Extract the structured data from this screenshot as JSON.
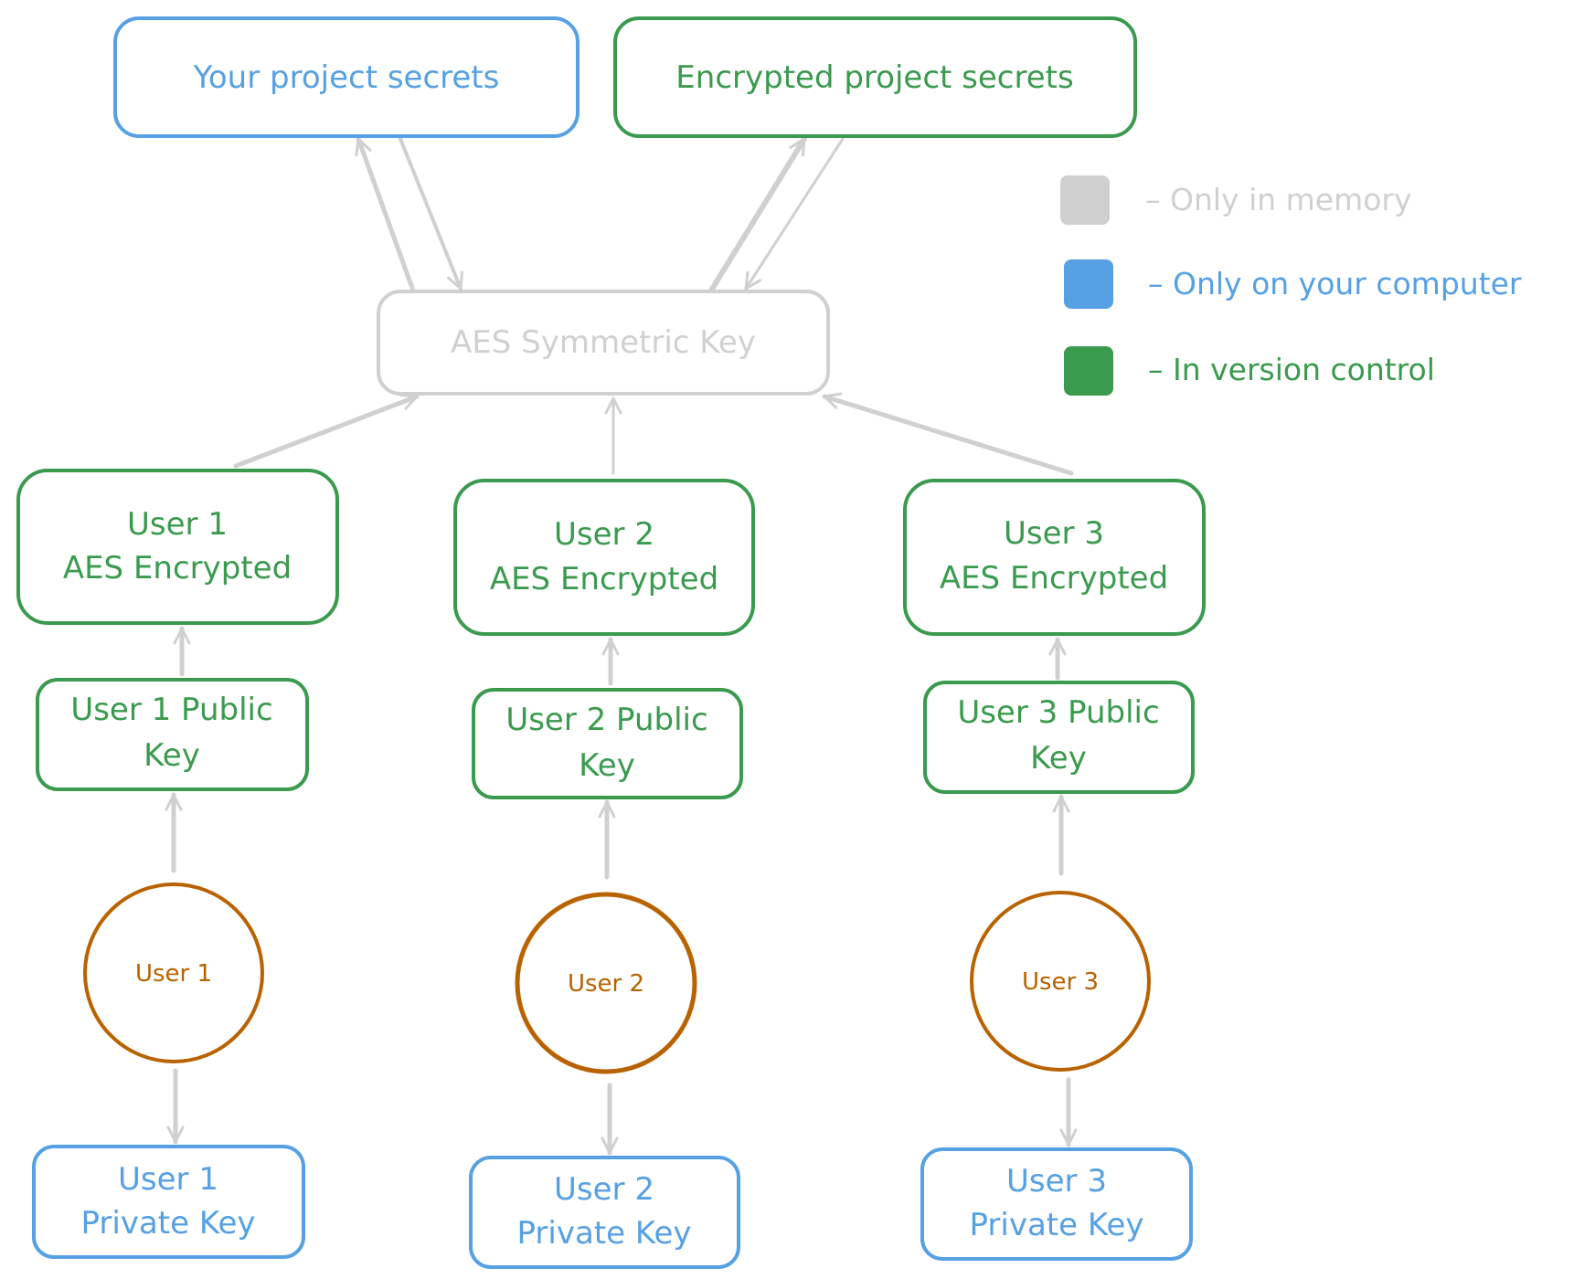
{
  "colors": {
    "memory": "#d0d0d0",
    "computer": "#56a0e4",
    "version_control": "#3a9a4e",
    "user": "#b86200",
    "arrow": "#d0d0d0"
  },
  "top": {
    "project_secrets": "Your project secrets",
    "encrypted_secrets": "Encrypted project secrets"
  },
  "aes_key": "AES Symmetric Key",
  "legend": [
    {
      "label": "– Only in memory",
      "category": "memory"
    },
    {
      "label": "– Only on your computer",
      "category": "computer"
    },
    {
      "label": "– In version control",
      "category": "version_control"
    }
  ],
  "users": [
    {
      "encrypted": [
        "User 1",
        "AES Encrypted"
      ],
      "public_key": [
        "User 1 Public",
        "Key"
      ],
      "name": "User 1",
      "private_key": [
        "User 1",
        "Private Key"
      ]
    },
    {
      "encrypted": [
        "User 2",
        "AES Encrypted"
      ],
      "public_key": [
        "User 2 Public",
        "Key"
      ],
      "name": "User 2",
      "private_key": [
        "User 2",
        "Private Key"
      ]
    },
    {
      "encrypted": [
        "User 3",
        "AES Encrypted"
      ],
      "public_key": [
        "User 3 Public",
        "Key"
      ],
      "name": "User 3",
      "private_key": [
        "User 3",
        "Private Key"
      ]
    }
  ]
}
